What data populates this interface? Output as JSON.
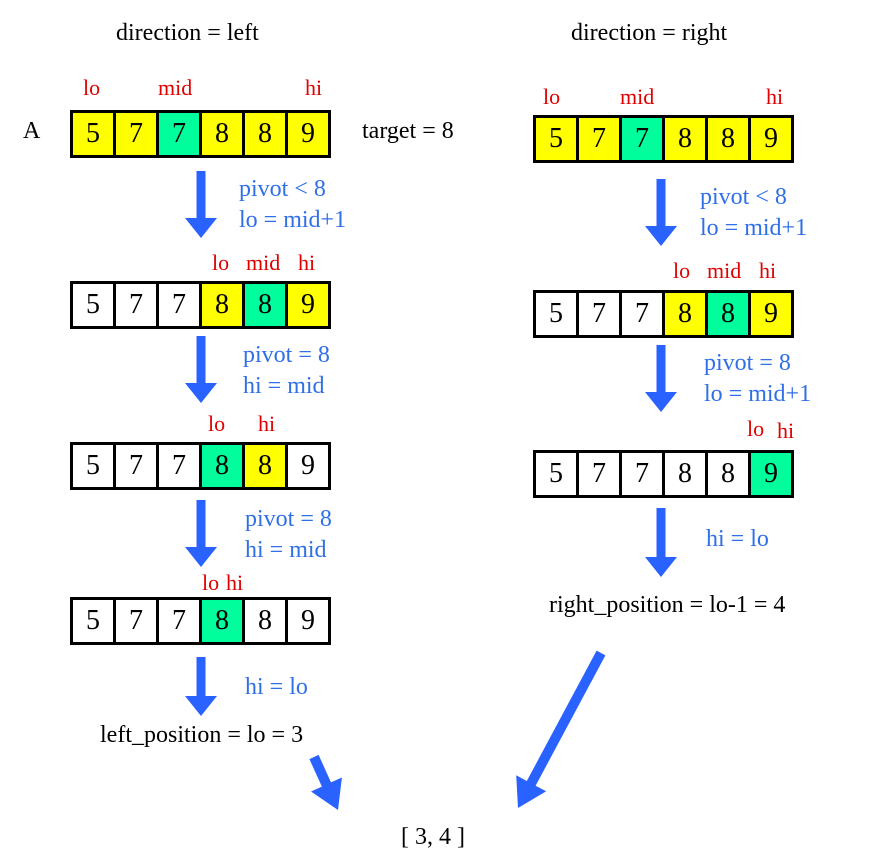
{
  "colors": {
    "highlight": "#ffff00",
    "mid": "#00ff9c",
    "plain": "#ffffff",
    "pointer_label": "#e00000",
    "step_label": "#2f6fe8",
    "arrow": "#2962ff"
  },
  "left": {
    "heading": "direction = left",
    "array_name": "A",
    "target": "target = 8",
    "steps": [
      {
        "pointers": {
          "lo": "lo",
          "mid": "mid",
          "hi": "hi"
        },
        "cells": [
          {
            "value": "5",
            "state": "highlight"
          },
          {
            "value": "7",
            "state": "highlight"
          },
          {
            "value": "7",
            "state": "mid"
          },
          {
            "value": "8",
            "state": "highlight"
          },
          {
            "value": "8",
            "state": "highlight"
          },
          {
            "value": "9",
            "state": "highlight"
          }
        ],
        "action": [
          "pivot < 8",
          "lo = mid+1"
        ]
      },
      {
        "pointers": {
          "lo": "lo",
          "mid": "mid",
          "hi": "hi"
        },
        "cells": [
          {
            "value": "5",
            "state": "plain"
          },
          {
            "value": "7",
            "state": "plain"
          },
          {
            "value": "7",
            "state": "plain"
          },
          {
            "value": "8",
            "state": "highlight"
          },
          {
            "value": "8",
            "state": "mid"
          },
          {
            "value": "9",
            "state": "highlight"
          }
        ],
        "action": [
          "pivot = 8",
          "hi = mid"
        ]
      },
      {
        "pointers": {
          "lo": "lo",
          "hi": "hi"
        },
        "cells": [
          {
            "value": "5",
            "state": "plain"
          },
          {
            "value": "7",
            "state": "plain"
          },
          {
            "value": "7",
            "state": "plain"
          },
          {
            "value": "8",
            "state": "mid"
          },
          {
            "value": "8",
            "state": "highlight"
          },
          {
            "value": "9",
            "state": "plain"
          }
        ],
        "action": [
          "pivot = 8",
          "hi = mid"
        ]
      },
      {
        "pointers": {
          "lo": "lo",
          "hi": "hi"
        },
        "cells": [
          {
            "value": "5",
            "state": "plain"
          },
          {
            "value": "7",
            "state": "plain"
          },
          {
            "value": "7",
            "state": "plain"
          },
          {
            "value": "8",
            "state": "mid"
          },
          {
            "value": "8",
            "state": "plain"
          },
          {
            "value": "9",
            "state": "plain"
          }
        ],
        "action": [
          "hi = lo"
        ]
      }
    ],
    "result": "left_position = lo = 3"
  },
  "right": {
    "heading": "direction = right",
    "steps": [
      {
        "pointers": {
          "lo": "lo",
          "mid": "mid",
          "hi": "hi"
        },
        "cells": [
          {
            "value": "5",
            "state": "highlight"
          },
          {
            "value": "7",
            "state": "highlight"
          },
          {
            "value": "7",
            "state": "mid"
          },
          {
            "value": "8",
            "state": "highlight"
          },
          {
            "value": "8",
            "state": "highlight"
          },
          {
            "value": "9",
            "state": "highlight"
          }
        ],
        "action": [
          "pivot < 8",
          "lo = mid+1"
        ]
      },
      {
        "pointers": {
          "lo": "lo",
          "mid": "mid",
          "hi": "hi"
        },
        "cells": [
          {
            "value": "5",
            "state": "plain"
          },
          {
            "value": "7",
            "state": "plain"
          },
          {
            "value": "7",
            "state": "plain"
          },
          {
            "value": "8",
            "state": "highlight"
          },
          {
            "value": "8",
            "state": "mid"
          },
          {
            "value": "9",
            "state": "highlight"
          }
        ],
        "action": [
          "pivot = 8",
          "lo = mid+1"
        ]
      },
      {
        "pointers": {
          "lo": "lo",
          "hi": "hi"
        },
        "cells": [
          {
            "value": "5",
            "state": "plain"
          },
          {
            "value": "7",
            "state": "plain"
          },
          {
            "value": "7",
            "state": "plain"
          },
          {
            "value": "8",
            "state": "plain"
          },
          {
            "value": "8",
            "state": "plain"
          },
          {
            "value": "9",
            "state": "mid"
          }
        ],
        "action": [
          "hi = lo"
        ]
      }
    ],
    "result": "right_position = lo-1 = 4"
  },
  "final": "[ 3, 4 ]"
}
